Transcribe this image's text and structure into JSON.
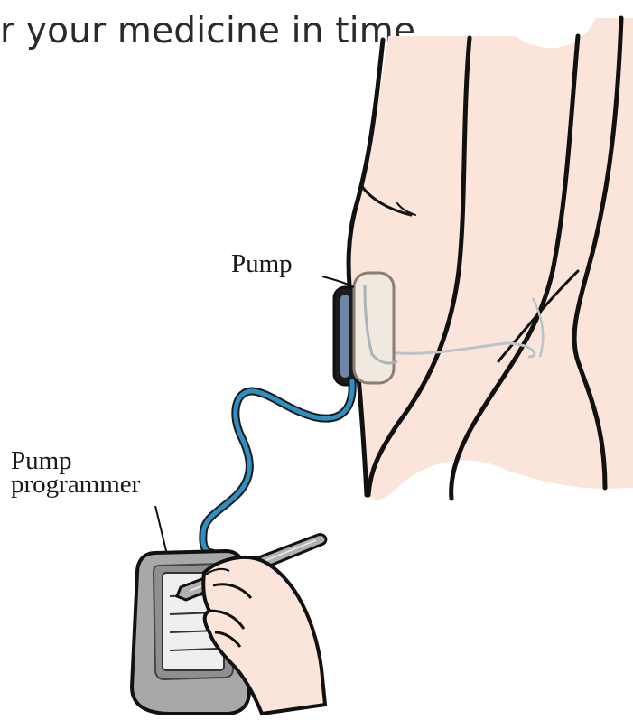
{
  "heading": "r your medicine in time.",
  "labels": {
    "pump": "Pump",
    "programmer_line1": "Pump",
    "programmer_line2": "programmer"
  },
  "colors": {
    "skin": "#fbe4da",
    "outline": "#111111",
    "tube": "#2f8fc0",
    "device_body": "#a8a8a8",
    "device_screen": "#efefef",
    "pump_case": "#f1e8df"
  }
}
